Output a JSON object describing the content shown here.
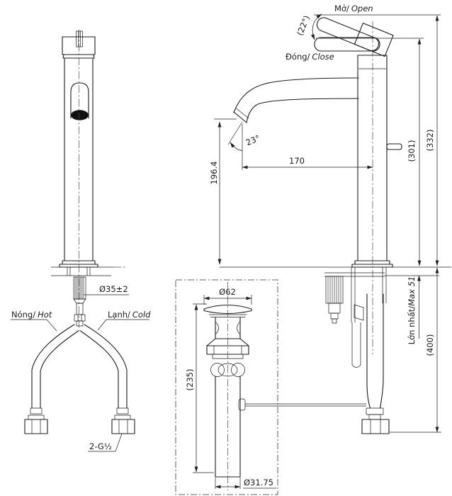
{
  "page": {
    "background": "#ffffff",
    "ink": "#1c1c1c"
  },
  "handle": {
    "open_vi": "Mở/",
    "open_en": "Open",
    "open_angle": "(22°)",
    "close_vi": "Đóng/",
    "close_en": "Close"
  },
  "spout": {
    "stream_angle": "23°",
    "reach": "170",
    "outlet_height": "196.4"
  },
  "heights": {
    "deck_to_handle_closed": "(301)",
    "deck_to_handle_open": "(332)",
    "below_deck_hose": "(400)",
    "max_counter_vi": "Lớn nhất/",
    "max_counter_en": "Max 51"
  },
  "mounting": {
    "hole_dia": "Ø35±2",
    "hot_vi": "Nóng/",
    "hot_en": "Hot",
    "cold_vi": "Lạnh/",
    "cold_en": "Cold",
    "supply_thread": "2-G½"
  },
  "drain": {
    "cap_dia": "Ø62",
    "overall_len": "(235)",
    "tail_dia": "Ø31.75"
  }
}
